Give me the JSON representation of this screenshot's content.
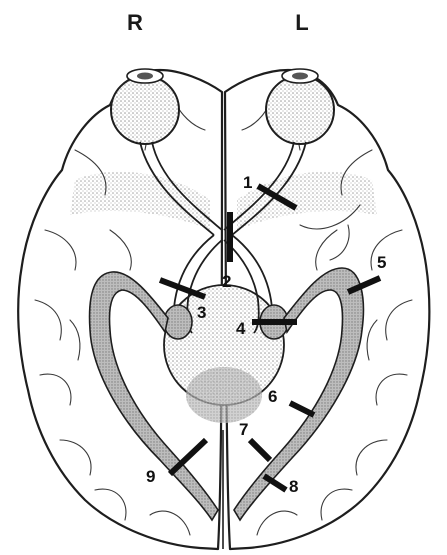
{
  "figure": {
    "side_labels": {
      "right": "R",
      "left": "L"
    },
    "lesion_labels": [
      "1",
      "2",
      "3",
      "4",
      "5",
      "6",
      "7",
      "8",
      "9"
    ],
    "colors": {
      "outline": "#1e1e1e",
      "radiation_fill": "#b9b9b9",
      "stipple": "#d4d4d4",
      "lesion_bar": "#111111",
      "background": "#ffffff"
    }
  }
}
